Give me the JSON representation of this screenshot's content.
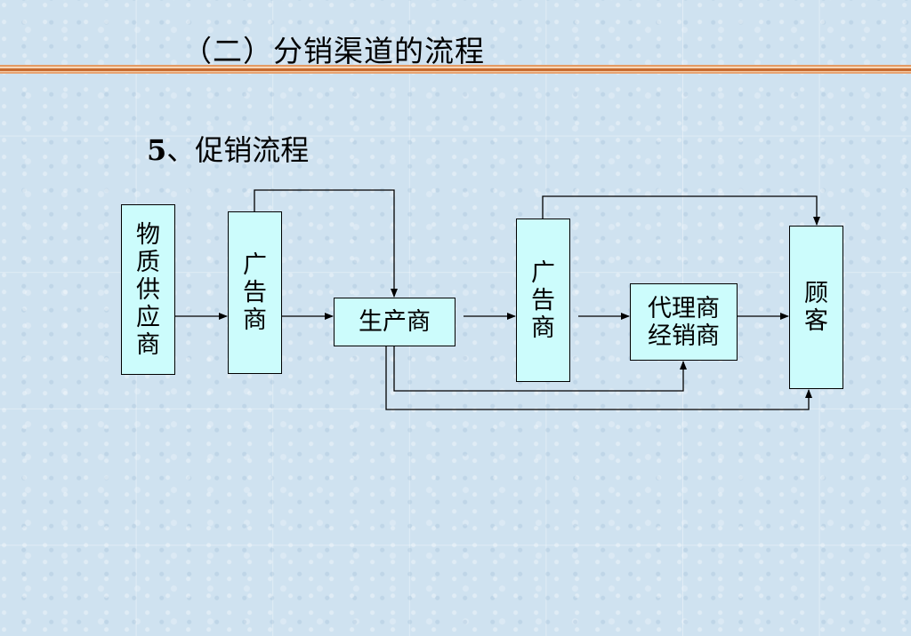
{
  "slide": {
    "title": "（二）分销渠道的流程",
    "subtitle_num": "5",
    "subtitle_text": "、促销流程"
  },
  "diagram": {
    "nodes": {
      "supplier": "物质供应商",
      "advertiser_1": "广告商",
      "producer": "生产商",
      "advertiser_2": "广告商",
      "agent_dealer": "代理商经销商",
      "customer": "顾客"
    },
    "edges": [
      {
        "from": "supplier",
        "to": "advertiser_1"
      },
      {
        "from": "advertiser_1",
        "to": "producer"
      },
      {
        "from": "advertiser_1",
        "to": "producer",
        "route": "over-top"
      },
      {
        "from": "producer",
        "to": "advertiser_2"
      },
      {
        "from": "advertiser_2",
        "to": "agent_dealer"
      },
      {
        "from": "advertiser_2",
        "to": "customer",
        "route": "over-top"
      },
      {
        "from": "agent_dealer",
        "to": "customer"
      },
      {
        "from": "producer",
        "to": "agent_dealer",
        "route": "below"
      },
      {
        "from": "producer",
        "to": "customer",
        "route": "below"
      }
    ]
  },
  "colors": {
    "box_fill": "#ccfcfc",
    "line": "#000000",
    "rule_accent": "#c86a2e"
  }
}
